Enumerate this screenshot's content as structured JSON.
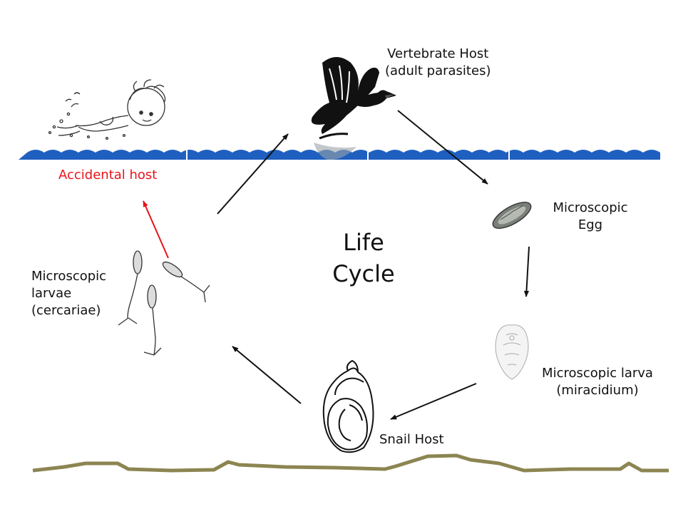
{
  "title": {
    "line1": "Life",
    "line2": "Cycle"
  },
  "nodes": {
    "vertebrate_host": {
      "line1": "Vertebrate Host",
      "line2": "(adult parasites)",
      "icon": "bird-icon"
    },
    "egg": {
      "line1": "Microscopic",
      "line2": "Egg",
      "icon": "egg-icon"
    },
    "miracidium": {
      "line1": "Microscopic larva",
      "line2": "(miracidium)",
      "icon": "miracidium-icon"
    },
    "snail_host": {
      "label": "Snail Host",
      "icon": "snail-shell-icon"
    },
    "cercariae": {
      "line1": "Microscopic",
      "line2": "larvae",
      "line3": "(cercariae)",
      "icon": "cercariae-icon"
    },
    "accidental_host": {
      "label": "Accidental host",
      "icon": "swimmer-icon"
    }
  },
  "colors": {
    "water": "#1f5fbf",
    "ground": "#8c8552",
    "accidental": "#e8141b",
    "arrow": "#111111"
  }
}
